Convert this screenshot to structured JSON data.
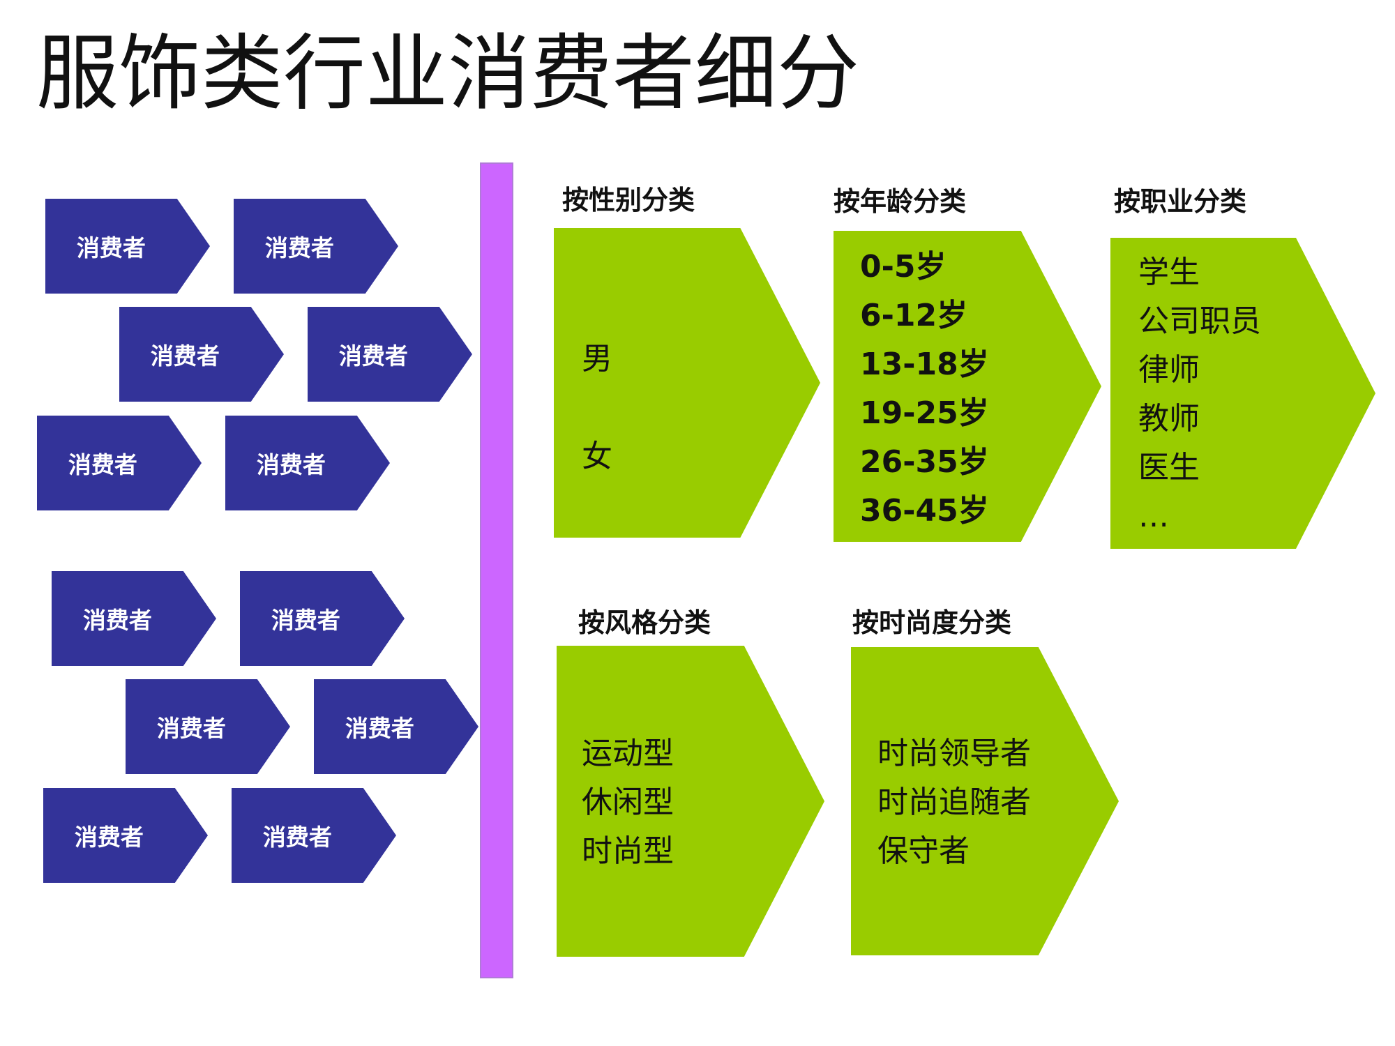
{
  "title": "服饰类行业消费者细分",
  "consumers": [
    "消费者",
    "消费者",
    "消费者",
    "消费者",
    "消费者",
    "消费者",
    "消费者",
    "消费者",
    "消费者",
    "消费者",
    "消费者",
    "消费者"
  ],
  "categories": {
    "gender": {
      "label": "按性别分类",
      "items": [
        "男",
        "女"
      ]
    },
    "age": {
      "label": "按年龄分类",
      "items": [
        "0-5岁",
        "6-12岁",
        "13-18岁",
        "19-25岁",
        "26-35岁",
        "36-45岁"
      ]
    },
    "occupation": {
      "label": "按职业分类",
      "items": [
        "学生",
        "公司职员",
        "律师",
        "教师",
        "医生",
        "…"
      ]
    },
    "style": {
      "label": "按风格分类",
      "items": [
        "运动型",
        "休闲型",
        "时尚型"
      ]
    },
    "fashion": {
      "label": "按时尚度分类",
      "items": [
        "时尚领导者",
        "时尚追随者",
        "保守者"
      ]
    }
  },
  "colors": {
    "consumer_arrow": "#333399",
    "category_arrow": "#99cc00",
    "divider": "#cc66ff"
  }
}
